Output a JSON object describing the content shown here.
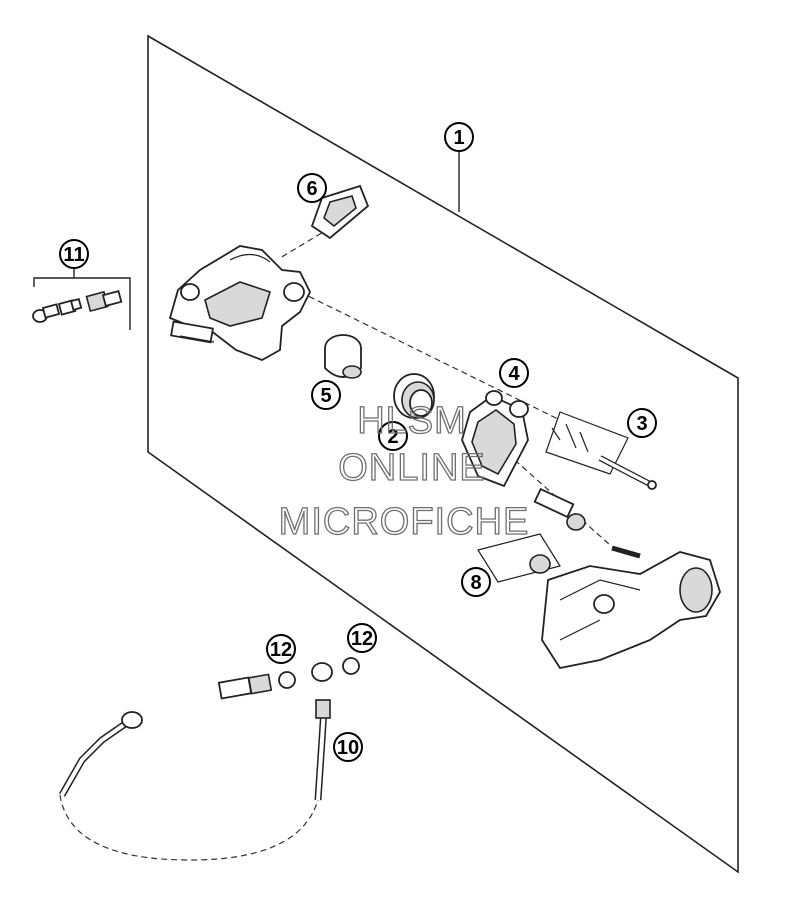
{
  "callouts": {
    "c1": "1",
    "c2": "2",
    "c3": "3",
    "c4": "4",
    "c5": "5",
    "c6": "6",
    "c8": "8",
    "c10": "10",
    "c11": "11",
    "c12a": "12",
    "c12b": "12"
  },
  "watermark": {
    "line1": "HLSM",
    "line2": "ONLINE",
    "line3": "MICROFICHE"
  }
}
